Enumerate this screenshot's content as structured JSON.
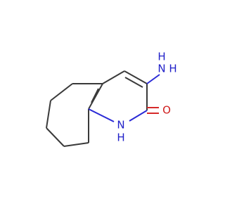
{
  "molecule": {
    "colors": {
      "carbon_bond": "#3a3a3a",
      "nitrogen": "#1f1fc8",
      "oxygen": "#d01f1f",
      "background": "#ffffff"
    },
    "labels": {
      "amino_n": "N",
      "amino_h1": "H",
      "amino_h2": "H",
      "ring_n": "N",
      "ring_h": "H",
      "carbonyl_o": "O"
    }
  }
}
